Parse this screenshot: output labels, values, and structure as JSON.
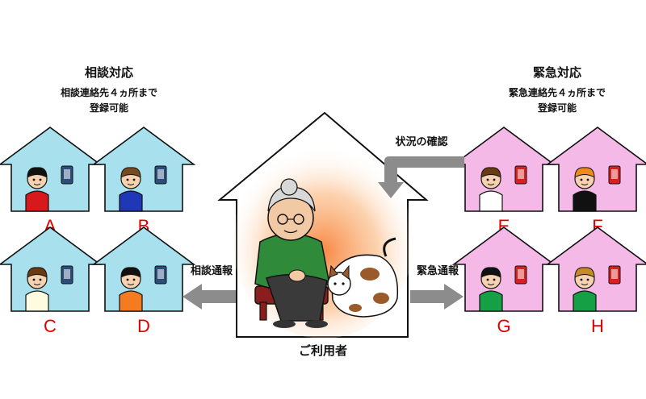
{
  "left": {
    "title": "相談対応",
    "subtitle_line1": "相談連絡先４ヵ所まで",
    "subtitle_line2": "登録可能",
    "arrow_label": "相談通報",
    "house_color": "#a8e0ee",
    "houses": [
      {
        "letter": "A",
        "person": "boy-red",
        "shirt": "#d7191c",
        "hair": "#111111"
      },
      {
        "letter": "B",
        "person": "man-glasses",
        "shirt": "#2037b8",
        "hair": "#7a4a1f"
      },
      {
        "letter": "C",
        "person": "woman-brown",
        "shirt": "#fffbe0",
        "hair": "#6b3a10"
      },
      {
        "letter": "D",
        "person": "girl-orange",
        "shirt": "#f47b20",
        "hair": "#111111"
      }
    ]
  },
  "right": {
    "title": "緊急対応",
    "subtitle_line1": "緊急連絡先４ヵ所まで",
    "subtitle_line2": "登録可能",
    "arrow_label": "緊急通報",
    "check_label": "状況の確認",
    "house_color": "#f4b9e6",
    "houses": [
      {
        "letter": "E",
        "person": "woman-bun",
        "shirt": "#ffffff",
        "hair": "#6b3a10"
      },
      {
        "letter": "F",
        "person": "boy-spiky",
        "shirt": "#111111",
        "hair": "#f08a1a"
      },
      {
        "letter": "G",
        "person": "man-glasses-green",
        "shirt": "#16a045",
        "hair": "#111111"
      },
      {
        "letter": "H",
        "person": "woman-curly",
        "shirt": "#16a045",
        "hair": "#c8892a"
      }
    ]
  },
  "center": {
    "label": "ご利用者",
    "glow_color": "#f9a55a"
  },
  "colors": {
    "arrow": "#8c8c8c",
    "phone": "#2a4d7a",
    "phone_red": "#d82020"
  }
}
